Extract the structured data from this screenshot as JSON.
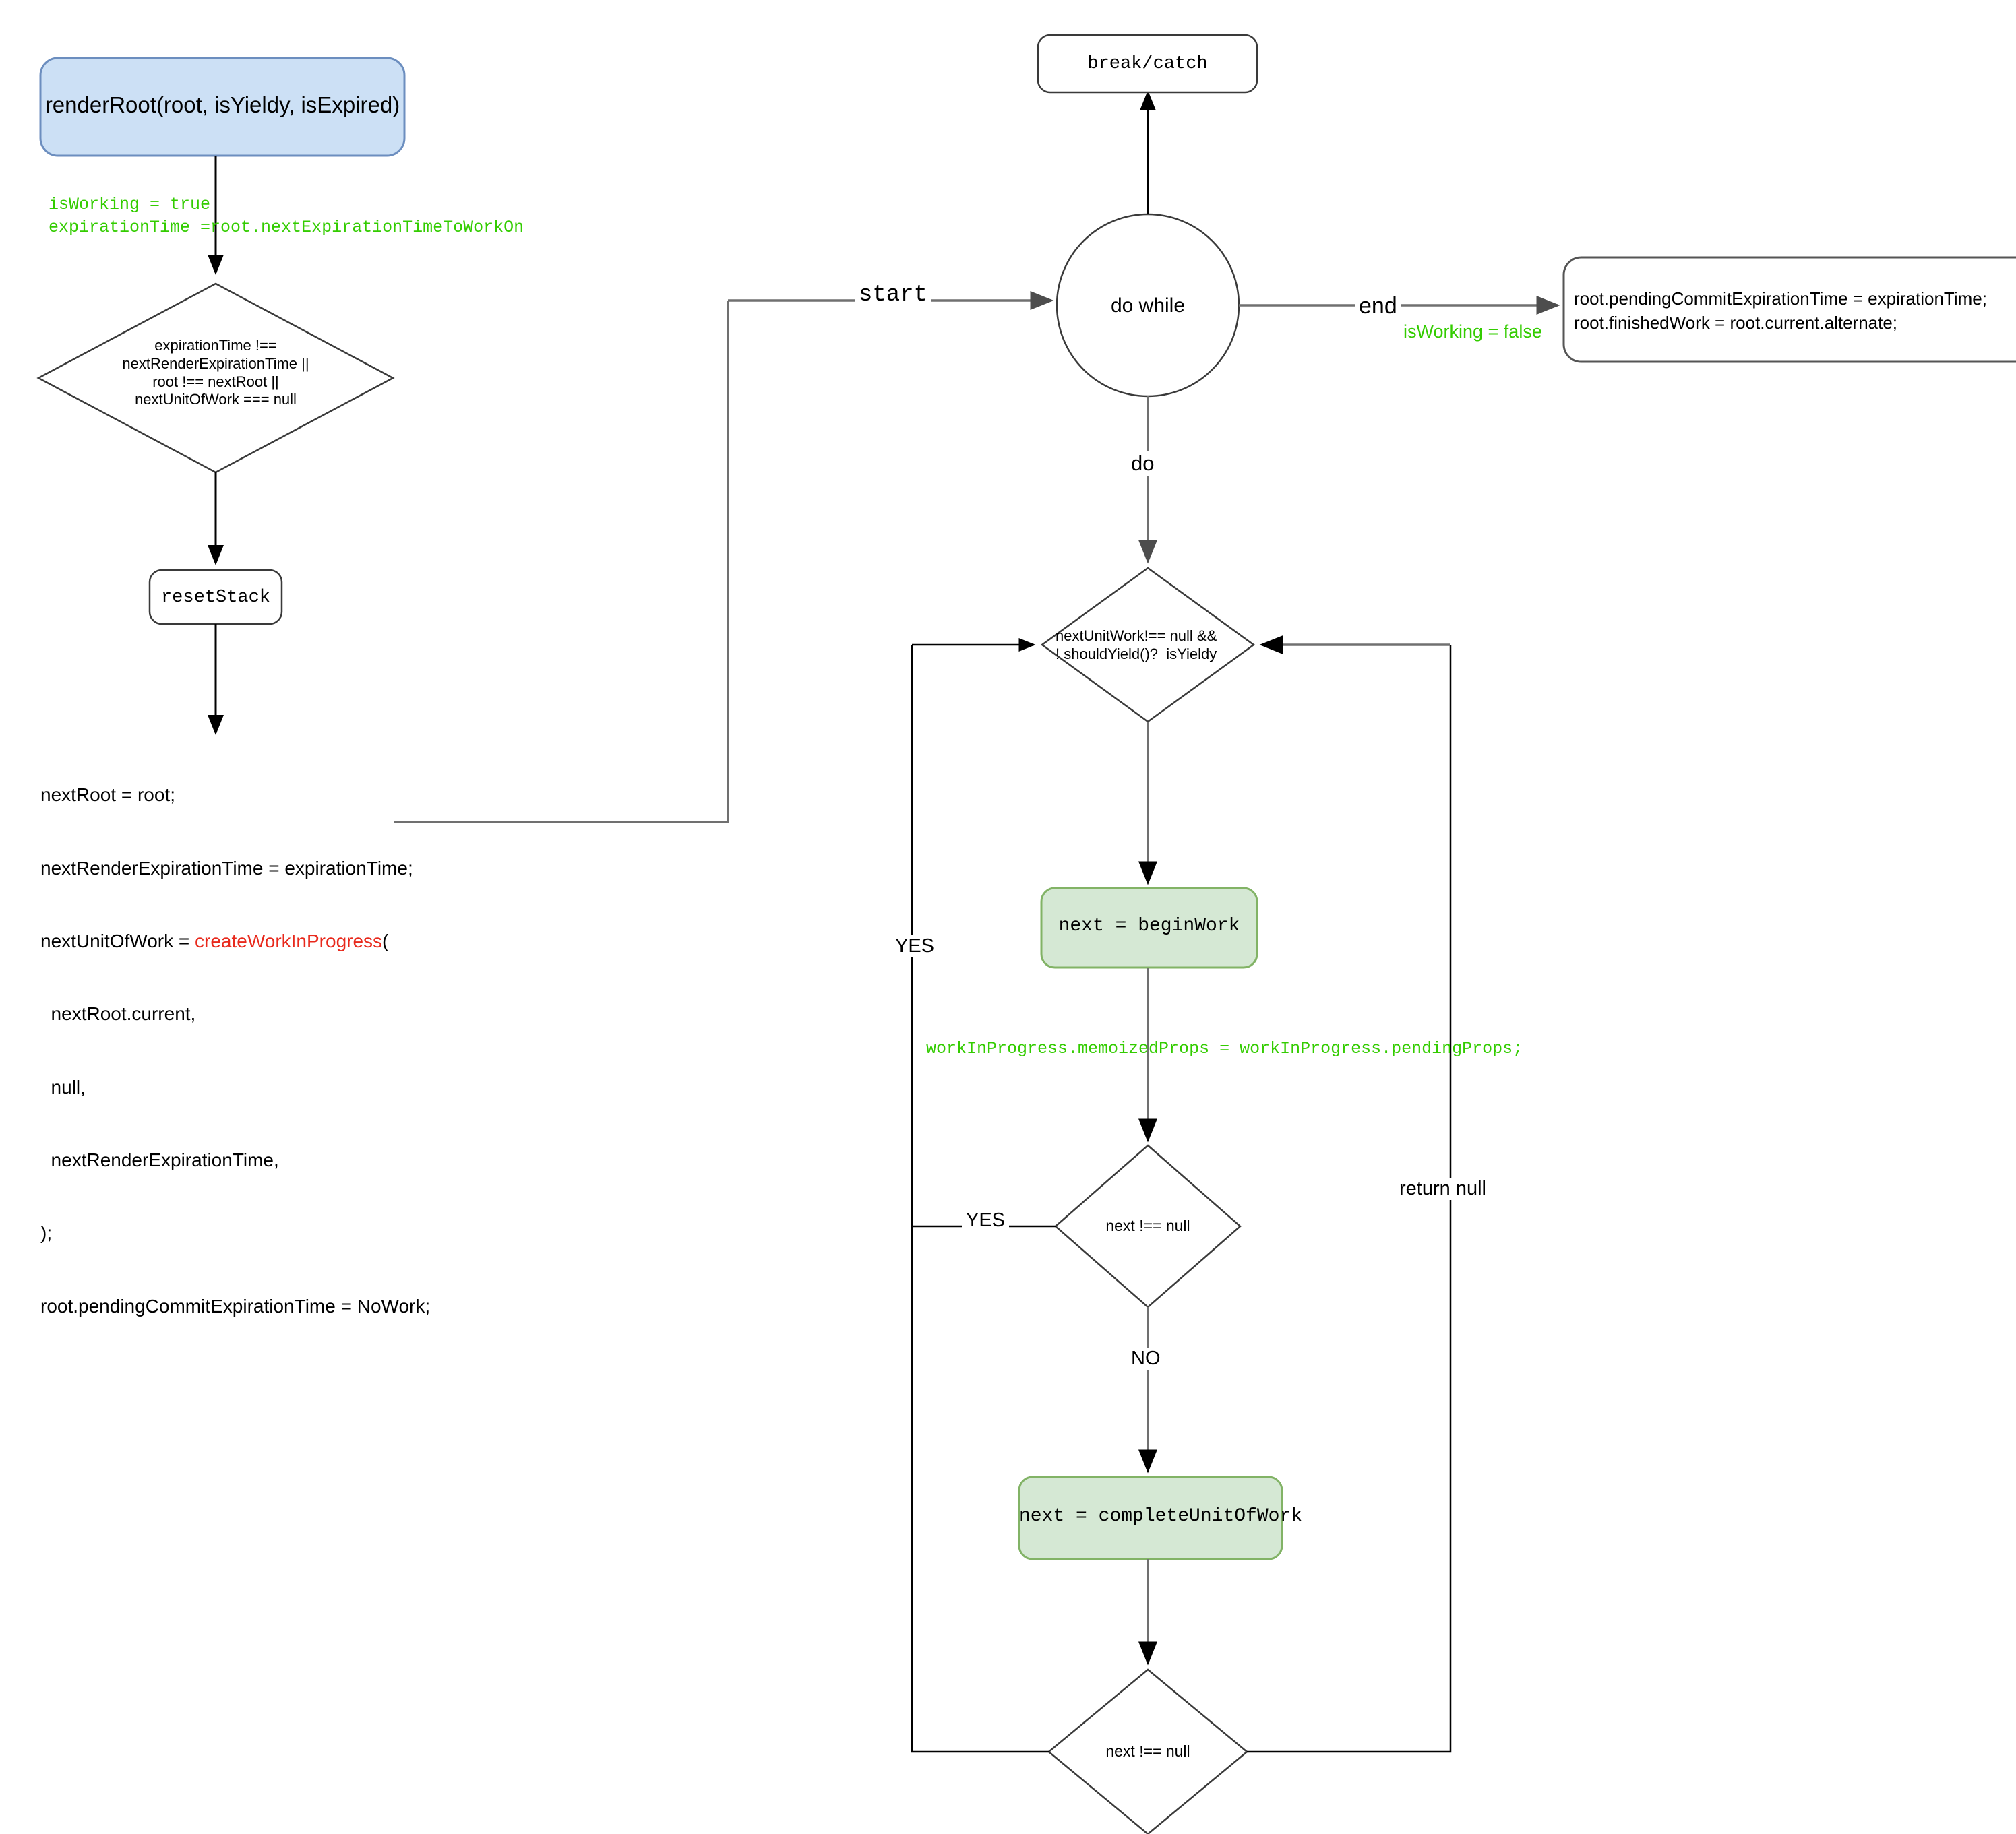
{
  "diagram": {
    "title_node": {
      "label": "renderRoot(root, isYieldy, isExpired)",
      "fill": "#cce0f5",
      "stroke": "#6c8ebf"
    },
    "nodes": {
      "render_root": "renderRoot(root, isYieldy, isExpired)",
      "reset_stack": "resetStack",
      "break_catch": "break/catch",
      "do_while": "do while",
      "decision_expiration": "expirationTime !==\nnextRenderExpirationTime ||\nroot !== nextRoot ||\nnextUnitOfWork === null",
      "decision_next_unit_work": "nextUnitWork!== null &&\n! shouldYield()?  isYieldy",
      "begin_work": "next = beginWork",
      "complete_unit_of_work": "next = completeUnitOfWork",
      "decision_next_not_null_1": "next !== null",
      "decision_next_not_null_2": "next !== null",
      "commit_box": "root.pendingCommitExpirationTime = expirationTime;\nroot.finishedWork = root.current.alternate;"
    },
    "annotations": {
      "is_working_true": "isWorking = true\nexpirationTime =root.nextExpirationTimeToWorkOn",
      "is_working_false": "isWorking = false",
      "memoized_props": "workInProgress.memoizedProps = workInProgress.pendingProps;",
      "code_block": {
        "line1": "nextRoot = root;",
        "line2": "nextRenderExpirationTime = expirationTime;",
        "line3_prefix": "nextUnitOfWork = ",
        "line3_fn": "createWorkInProgress",
        "line3_suffix": "(",
        "line4": "  nextRoot.current,",
        "line5": "  null,",
        "line6": "  nextRenderExpirationTime,",
        "line7": ");",
        "line8": "root.pendingCommitExpirationTime = NoWork;"
      }
    },
    "edge_labels": {
      "start": "start",
      "end": "end",
      "do": "do",
      "yes_top": "YES",
      "yes_mid": "YES",
      "no": "NO",
      "return_null": "return null"
    },
    "colors": {
      "green_fill": "#d5e8d4",
      "green_stroke": "#82b366",
      "blue_fill": "#cce0f5",
      "blue_stroke": "#6c8ebf",
      "edge": "#707070",
      "edge_dark": "#000000",
      "note_green": "#33cc00",
      "fn_red": "#e8291c"
    }
  }
}
